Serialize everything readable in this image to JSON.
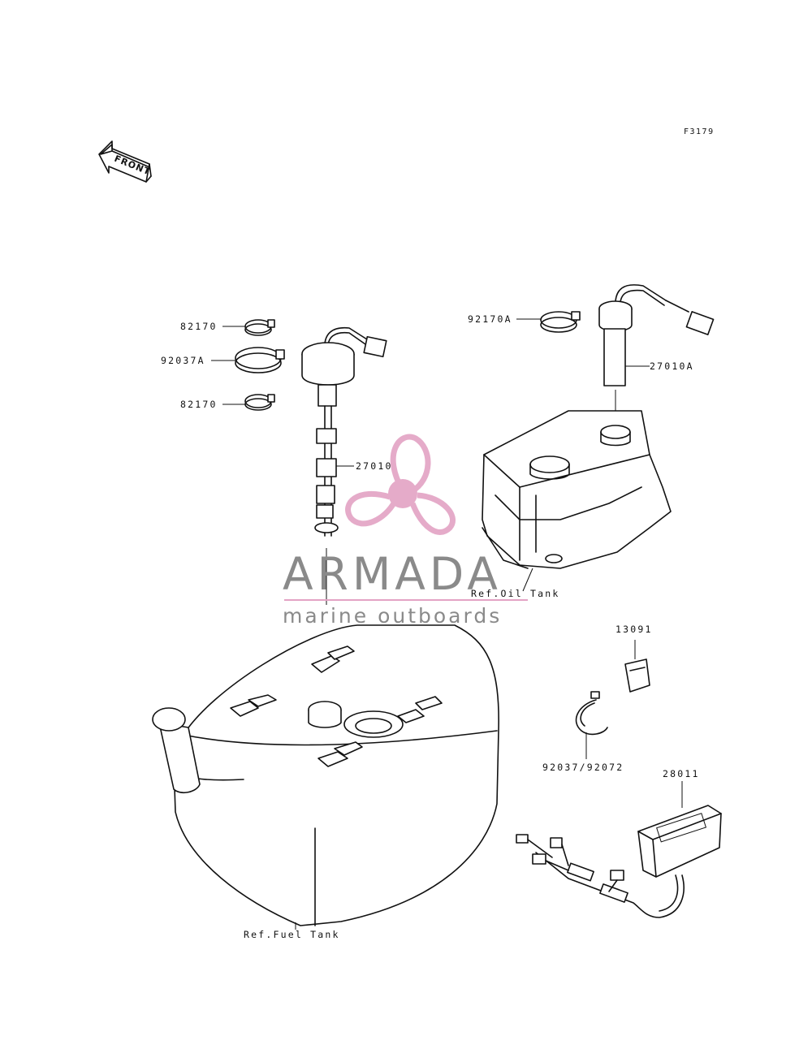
{
  "diagram_code": "F3179",
  "front_arrow_label": "FRONT",
  "parts": {
    "p82170_top": "82170",
    "p92037A": "92037A",
    "p82170_bottom": "82170",
    "p27010": "27010",
    "p92170A": "92170A",
    "p27010A": "27010A",
    "p13091": "13091",
    "p92037_92072": "92037/92072",
    "p28011": "28011"
  },
  "refs": {
    "oil_tank": "Ref.Oil Tank",
    "fuel_tank": "Ref.Fuel Tank"
  },
  "watermark": {
    "brand": "ARMADA",
    "tagline": "marine outboards",
    "color": "#e3a3c4"
  }
}
